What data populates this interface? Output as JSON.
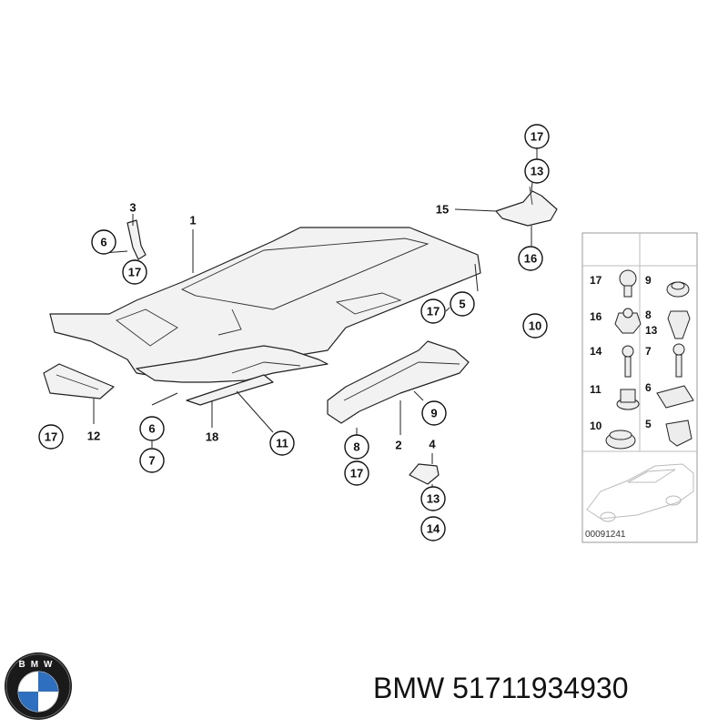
{
  "callouts": {
    "c17_top": "17",
    "c13_top": "13",
    "c16": "16",
    "c10": "10",
    "c6_left": "6",
    "c17_left": "17",
    "c17_mid": "17",
    "c5": "5",
    "c17_bl": "17",
    "c6_bottom": "6",
    "c7": "7",
    "c11": "11",
    "c9": "9",
    "c8": "8",
    "c17_bottom": "17",
    "c13_bottom": "13",
    "c14": "14"
  },
  "labels": {
    "l1": "1",
    "l3": "3",
    "l15": "15",
    "l12": "12",
    "l18": "18",
    "l2": "2",
    "l4": "4"
  },
  "legend": {
    "rows": [
      {
        "left": "17",
        "right": "9"
      },
      {
        "left": "16",
        "right": "8",
        "right_extra": "13"
      },
      {
        "left": "14",
        "right": "7"
      },
      {
        "left": "11",
        "right": "6"
      },
      {
        "left": "10",
        "right": "5"
      }
    ],
    "ref_code": "00091241"
  },
  "logo": {
    "letters": "BMW"
  },
  "caption": {
    "text": "BMW 51711934930"
  }
}
